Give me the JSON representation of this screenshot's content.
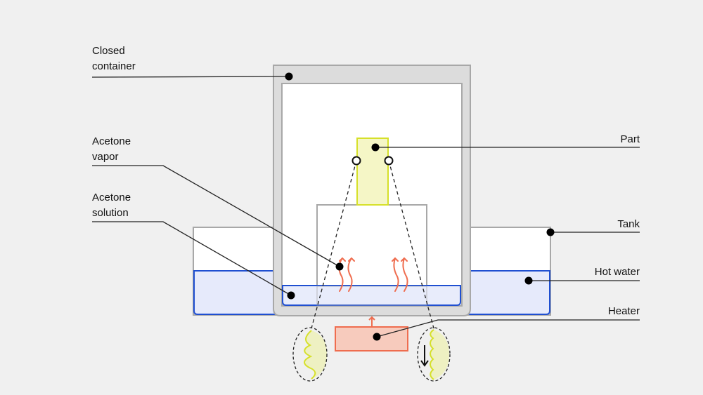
{
  "labels": {
    "closed_container": [
      "Closed",
      "container"
    ],
    "acetone_vapor": [
      "Acetone",
      "vapor"
    ],
    "acetone_solution": [
      "Acetone",
      "solution"
    ],
    "part": "Part",
    "tank": "Tank",
    "hot_water": "Hot water",
    "heater": "Heater"
  },
  "colors": {
    "background": "#f0f0f0",
    "container": "#dcdcdc",
    "outline": "#a8a8a8",
    "water_fill": "#e6eafb",
    "water_stroke": "#1f4fd1",
    "part_fill": "#f5f6c6",
    "part_stroke": "#d6e02a",
    "heater_fill": "#f7cbbd",
    "heater_stroke": "#ef6d4f"
  }
}
